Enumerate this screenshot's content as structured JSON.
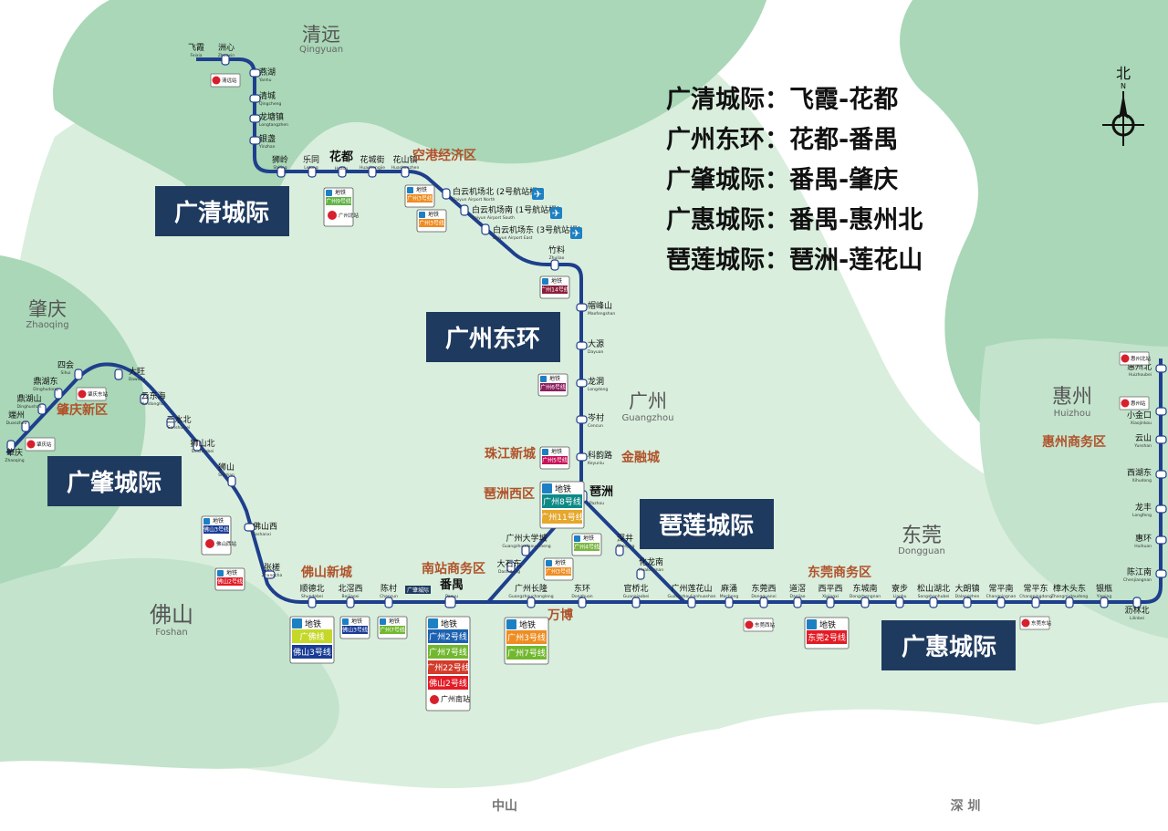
{
  "colors": {
    "line": "#1e3f8c",
    "region_dark": "#a9d7b7",
    "region_light": "#d9eedd",
    "label_box": "#1f3a5f",
    "orange": "#b0522a",
    "metro_blue": "#1d80c3",
    "rail_red": "#d6202c"
  },
  "regions": [
    {
      "cn": "清远",
      "en": "Qingyuan"
    },
    {
      "cn": "肇庆",
      "en": "Zhaoqing"
    },
    {
      "cn": "佛山",
      "en": "Foshan"
    },
    {
      "cn": "广州",
      "en": "Guangzhou"
    },
    {
      "cn": "东莞",
      "en": "Dongguan"
    },
    {
      "cn": "惠州",
      "en": "Huizhou"
    },
    {
      "cn": "中山",
      "en": ""
    },
    {
      "cn": "深 圳",
      "en": ""
    }
  ],
  "legend": [
    {
      "name": "广清城际",
      "span": "飞霞-花都"
    },
    {
      "name": "广州东环",
      "span": "花都-番禺"
    },
    {
      "name": "广肇城际",
      "span": "番禺-肇庆"
    },
    {
      "name": "广惠城际",
      "span": "番禺-惠州北"
    },
    {
      "name": "琶莲城际",
      "span": "琶洲-莲花山"
    }
  ],
  "line_labels": [
    "广清城际",
    "广州东环",
    "广肇城际",
    "琶莲城际",
    "广惠城际"
  ],
  "zones": [
    "空港经济区",
    "肇庆新区",
    "珠江新城",
    "金融城",
    "琶洲西区",
    "佛山新城",
    "南站商务区",
    "万博",
    "东莞商务区",
    "惠州商务区"
  ],
  "stations": [
    {
      "cn": "飞霞",
      "en": "Feixia",
      "major": false
    },
    {
      "cn": "洲心",
      "en": "Zhouxin",
      "major": false
    },
    {
      "cn": "燕湖",
      "en": "Yanhu",
      "major": false
    },
    {
      "cn": "清城",
      "en": "Qingcheng",
      "major": false
    },
    {
      "cn": "龙塘镇",
      "en": "Longtangzhen",
      "major": false
    },
    {
      "cn": "银盏",
      "en": "Yinzhan",
      "major": false
    },
    {
      "cn": "狮岭",
      "en": "Shiling",
      "major": false
    },
    {
      "cn": "乐同",
      "en": "Letong",
      "major": false
    },
    {
      "cn": "花都",
      "en": "Huadu",
      "major": true
    },
    {
      "cn": "花城街",
      "en": "Huachengjie",
      "major": false
    },
    {
      "cn": "花山镇",
      "en": "Huashanzhen",
      "major": false
    },
    {
      "cn": "白云机场北 (2号航站楼)",
      "en": "Baiyun Airport North",
      "major": false
    },
    {
      "cn": "白云机场南 (1号航站楼)",
      "en": "Baiyun Airport South",
      "major": false
    },
    {
      "cn": "白云机场东 (3号航站楼)",
      "en": "Baiyun Airport East",
      "major": false
    },
    {
      "cn": "竹料",
      "en": "Zhuliao",
      "major": false
    },
    {
      "cn": "帽峰山",
      "en": "Maofengshan",
      "major": false
    },
    {
      "cn": "大源",
      "en": "Dayuan",
      "major": false
    },
    {
      "cn": "龙洞",
      "en": "Longdong",
      "major": false
    },
    {
      "cn": "岑村",
      "en": "Cencun",
      "major": false
    },
    {
      "cn": "科韵路",
      "en": "Keyunlu",
      "major": false
    },
    {
      "cn": "琶洲",
      "en": "Pazhou",
      "major": true
    },
    {
      "cn": "深井",
      "en": "Shenjing",
      "major": false
    },
    {
      "cn": "化龙南",
      "en": "Hualongnan",
      "major": false
    },
    {
      "cn": "广州大学城",
      "en": "Guangzhoudaxuecheng",
      "major": false
    },
    {
      "cn": "大石东",
      "en": "Dashidong",
      "major": false
    },
    {
      "cn": "番禺",
      "en": "Panyu",
      "major": true
    },
    {
      "cn": "陈村",
      "en": "Chencun",
      "major": false
    },
    {
      "cn": "北滘西",
      "en": "Beijiaoxi",
      "major": false
    },
    {
      "cn": "顺德北",
      "en": "Shundebei",
      "major": false
    },
    {
      "cn": "张槎",
      "en": "Zhangcha",
      "major": false
    },
    {
      "cn": "佛山西",
      "en": "Foshanxi",
      "major": false
    },
    {
      "cn": "狮山",
      "en": "Shishan",
      "major": false
    },
    {
      "cn": "狮山北",
      "en": "Shishanbei",
      "major": false
    },
    {
      "cn": "三水北",
      "en": "Sanshuibei",
      "major": false
    },
    {
      "cn": "云东海",
      "en": "Yundonghai",
      "major": false
    },
    {
      "cn": "大旺",
      "en": "Dawang",
      "major": false
    },
    {
      "cn": "四会",
      "en": "Sihui",
      "major": false
    },
    {
      "cn": "鼎湖东",
      "en": "Dinghudong",
      "major": false
    },
    {
      "cn": "鼎湖山",
      "en": "Dinghushan",
      "major": false
    },
    {
      "cn": "端州",
      "en": "Duanzhou",
      "major": false
    },
    {
      "cn": "肇庆",
      "en": "Zhaoqing",
      "major": false
    },
    {
      "cn": "广州长隆",
      "en": "Guangzhouchanglong",
      "major": false
    },
    {
      "cn": "东环",
      "en": "Donghuan",
      "major": false
    },
    {
      "cn": "官桥北",
      "en": "Guanqiaobei",
      "major": false
    },
    {
      "cn": "广州莲花山",
      "en": "Guangzhoulianhuashan",
      "major": false
    },
    {
      "cn": "麻涌",
      "en": "Machong",
      "major": false
    },
    {
      "cn": "东莞西",
      "en": "Dongguanxi",
      "major": false
    },
    {
      "cn": "道滘",
      "en": "Daojiao",
      "major": false
    },
    {
      "cn": "西平西",
      "en": "Xipingxi",
      "major": false
    },
    {
      "cn": "东城南",
      "en": "Dongchengnan",
      "major": false
    },
    {
      "cn": "寮步",
      "en": "Liaobu",
      "major": false
    },
    {
      "cn": "松山湖北",
      "en": "Songshanhubei",
      "major": false
    },
    {
      "cn": "大朗镇",
      "en": "Dalangzhen",
      "major": false
    },
    {
      "cn": "常平南",
      "en": "Changpingnan",
      "major": false
    },
    {
      "cn": "常平东",
      "en": "Changpingdong",
      "major": false
    },
    {
      "cn": "樟木头东",
      "en": "Zhangmutoudong",
      "major": false
    },
    {
      "cn": "银瓶",
      "en": "Yinping",
      "major": false
    },
    {
      "cn": "沥林北",
      "en": "Lilinbei",
      "major": false
    },
    {
      "cn": "陈江南",
      "en": "Chenjiangnan",
      "major": false
    },
    {
      "cn": "惠环",
      "en": "Huihuan",
      "major": false
    },
    {
      "cn": "龙丰",
      "en": "Longfeng",
      "major": false
    },
    {
      "cn": "西湖东",
      "en": "Xihudong",
      "major": false
    },
    {
      "cn": "云山",
      "en": "Yunshan",
      "major": false
    },
    {
      "cn": "小金口",
      "en": "Xiaojinkou",
      "major": false
    },
    {
      "cn": "惠州北",
      "en": "Huizhoubei",
      "major": false
    }
  ],
  "transfers": [
    {
      "head": "地铁",
      "lines": [
        {
          "cn": "广州9号线",
          "color": "#62b346"
        }
      ],
      "rail": "广州北站"
    },
    {
      "head": "地铁",
      "lines": [
        {
          "cn": "广州3号线",
          "color": "#ee8d22"
        }
      ],
      "rail": ""
    },
    {
      "head": "地铁",
      "lines": [
        {
          "cn": "广州3号线",
          "color": "#ee8d22"
        }
      ],
      "rail": ""
    },
    {
      "head": "地铁",
      "lines": [
        {
          "cn": "广州14号线",
          "color": "#8b1d3b"
        }
      ],
      "rail": ""
    },
    {
      "head": "地铁",
      "lines": [
        {
          "cn": "广州6号线",
          "color": "#8c1f5e"
        }
      ],
      "rail": ""
    },
    {
      "head": "地铁",
      "lines": [
        {
          "cn": "广州5号线",
          "color": "#c5145a"
        }
      ],
      "rail": ""
    },
    {
      "head": "地铁",
      "lines": [
        {
          "cn": "广州8号线",
          "color": "#0e8a86"
        },
        {
          "cn": "广州11号线",
          "color": "#e5a72c"
        }
      ],
      "rail": ""
    },
    {
      "head": "地铁",
      "lines": [
        {
          "cn": "广州4号线",
          "color": "#7ab844"
        }
      ],
      "rail": ""
    },
    {
      "head": "地铁",
      "lines": [
        {
          "cn": "广州3号线",
          "color": "#ee8d22"
        }
      ],
      "rail": ""
    },
    {
      "head": "地铁",
      "lines": [
        {
          "cn": "广州2号线",
          "color": "#1c62b0"
        },
        {
          "cn": "广州7号线",
          "color": "#72b82f"
        },
        {
          "cn": "广州22号线",
          "color": "#d23c2b"
        },
        {
          "cn": "佛山2号线",
          "color": "#e21c26"
        }
      ],
      "rail": "广州南站"
    },
    {
      "head": "地铁",
      "lines": [
        {
          "cn": "广州3号线",
          "color": "#ee8d22"
        },
        {
          "cn": "广州7号线",
          "color": "#72b82f"
        }
      ],
      "rail": ""
    },
    {
      "head": "地铁",
      "lines": [
        {
          "cn": "广佛线",
          "color": "#c5d82a"
        },
        {
          "cn": "佛山3号线",
          "color": "#1a3c96"
        }
      ],
      "rail": ""
    },
    {
      "head": "地铁",
      "lines": [
        {
          "cn": "佛山3号线",
          "color": "#1a3c96"
        }
      ],
      "rail": ""
    },
    {
      "head": "地铁",
      "lines": [
        {
          "cn": "广州7号线",
          "color": "#72b82f"
        }
      ],
      "rail": ""
    },
    {
      "head": "地铁",
      "lines": [
        {
          "cn": "佛山2号线",
          "color": "#e21c26"
        }
      ],
      "rail": ""
    },
    {
      "head": "地铁",
      "lines": [
        {
          "cn": "佛山3号线",
          "color": "#1a3c96"
        }
      ],
      "rail": "佛山西站"
    },
    {
      "head": "地铁",
      "lines": [
        {
          "cn": "东莞2号线",
          "color": "#e21c26"
        }
      ],
      "rail": ""
    }
  ],
  "rail_stations": [
    "清远站",
    "肇庆东站",
    "肇庆站",
    "东莞西站",
    "东莞东站",
    "惠州北站",
    "惠州站"
  ],
  "airport_icon": "airplane-icon",
  "compass": {
    "label": "北",
    "en": "N"
  },
  "connector_badge": "广肇城际"
}
